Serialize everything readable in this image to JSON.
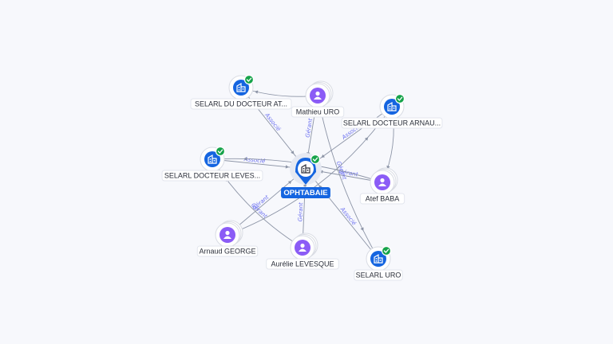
{
  "colors": {
    "company": "#1565e0",
    "person": "#8b5cf6",
    "verified": "#16a34a",
    "edge": "#8c94a6",
    "edge_label": "#6a6ff0",
    "center_label_bg": "#1565e0"
  },
  "icons": {
    "company": "building-icon",
    "person": "person-icon",
    "verified": "check-badge-icon"
  },
  "center": {
    "id": "ophtabaie",
    "label": "OPHTABAIE",
    "type": "company",
    "verified": true
  },
  "nodes": [
    {
      "id": "selarl-atl",
      "label": "SELARL DU DOCTEUR AT...",
      "type": "company",
      "verified": true
    },
    {
      "id": "mathieu",
      "label": "Mathieu URO",
      "type": "person",
      "verified": false
    },
    {
      "id": "selarl-arnau",
      "label": "SELARL DOCTEUR ARNAU...",
      "type": "company",
      "verified": true
    },
    {
      "id": "selarl-leves",
      "label": "SELARL DOCTEUR LEVES...",
      "type": "company",
      "verified": true
    },
    {
      "id": "atef",
      "label": "Atef BABA",
      "type": "person",
      "verified": false
    },
    {
      "id": "arnaud",
      "label": "Arnaud GEORGE",
      "type": "person",
      "verified": false
    },
    {
      "id": "aurelie",
      "label": "Aurélie LEVESQUE",
      "type": "person",
      "verified": false
    },
    {
      "id": "selarl-uro",
      "label": "SELARL URO",
      "type": "company",
      "verified": true
    }
  ],
  "edges": [
    {
      "from": "selarl-atl",
      "to": "ophtabaie",
      "label": "Associé"
    },
    {
      "from": "mathieu",
      "to": "ophtabaie",
      "label": "Gérant"
    },
    {
      "from": "selarl-arnau",
      "to": "ophtabaie",
      "label": "Associé"
    },
    {
      "from": "selarl-leves",
      "to": "ophtabaie",
      "label": "Associé"
    },
    {
      "from": "atef",
      "to": "ophtabaie",
      "label": "Gérant"
    },
    {
      "from": "arnaud",
      "to": "ophtabaie",
      "label": "Gérant"
    },
    {
      "from": "aurelie",
      "to": "ophtabaie",
      "label": "Gérant"
    },
    {
      "from": "selarl-uro",
      "to": "ophtabaie",
      "label": "Associé"
    },
    {
      "from": "mathieu",
      "to": "selarl-uro",
      "label": "Gérant"
    },
    {
      "from": "mathieu",
      "to": "selarl-atl",
      "label": ""
    },
    {
      "from": "atef",
      "to": "selarl-leves",
      "label": ""
    },
    {
      "from": "aurelie",
      "to": "selarl-leves",
      "label": "Gérant"
    },
    {
      "from": "arnaud",
      "to": "selarl-arnau",
      "label": ""
    },
    {
      "from": "selarl-arnau",
      "to": "atef",
      "label": ""
    }
  ]
}
